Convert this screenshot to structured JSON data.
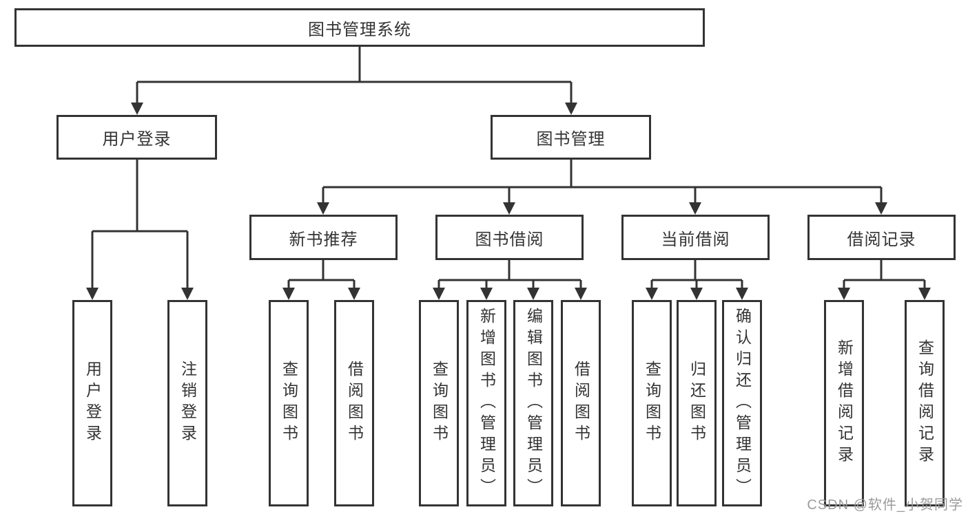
{
  "diagram": {
    "root": {
      "label": "图书管理系统"
    },
    "level2": [
      {
        "id": "user-login",
        "label": "用户登录"
      },
      {
        "id": "book-management",
        "label": "图书管理"
      }
    ],
    "level3": [
      {
        "id": "new-book-recommendation",
        "parent": "图书管理",
        "label": "新书推荐"
      },
      {
        "id": "book-borrowing",
        "parent": "图书管理",
        "label": "图书借阅"
      },
      {
        "id": "current-borrowing",
        "parent": "图书管理",
        "label": "当前借阅"
      },
      {
        "id": "borrowing-records",
        "parent": "图书管理",
        "label": "借阅记录"
      }
    ],
    "leaves": [
      {
        "parent": "用户登录",
        "label": "用户登录"
      },
      {
        "parent": "用户登录",
        "label": "注销登录"
      },
      {
        "parent": "新书推荐",
        "label": "查询图书"
      },
      {
        "parent": "新书推荐",
        "label": "借阅图书"
      },
      {
        "parent": "图书借阅",
        "label": "查询图书"
      },
      {
        "parent": "图书借阅",
        "label": "新增图书（管理员）"
      },
      {
        "parent": "图书借阅",
        "label": "编辑图书（管理员）"
      },
      {
        "parent": "图书借阅",
        "label": "借阅图书"
      },
      {
        "parent": "当前借阅",
        "label": "查询图书"
      },
      {
        "parent": "当前借阅",
        "label": "归还图书"
      },
      {
        "parent": "当前借阅",
        "label": "确认归还（管理员）"
      },
      {
        "parent": "借阅记录",
        "label": "新增借阅记录"
      },
      {
        "parent": "借阅记录",
        "label": "查询借阅记录"
      }
    ],
    "watermark": "CSDN @软件_小贺同学",
    "colors": {
      "line": "#333333",
      "text": "#333333",
      "watermark": "#9b9b9b",
      "background": "#ffffff"
    }
  }
}
